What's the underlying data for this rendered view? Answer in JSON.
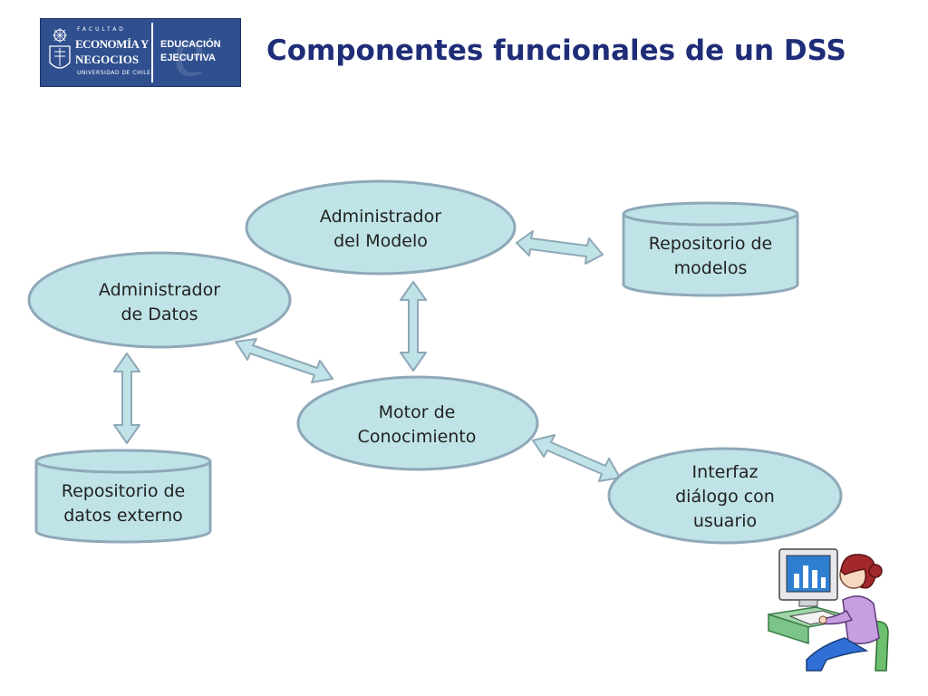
{
  "title": "Componentes funcionales de un DSS",
  "logo": {
    "facultad": "FACULTAD",
    "line1": "ECONOMÍA Y",
    "line2": "NEGOCIOS",
    "line3": "UNIVERSIDAD DE CHILE",
    "edu_line1": "EDUCACIÓN",
    "edu_line2": "EJECUTIVA"
  },
  "nodes": {
    "admin_modelo": "Administrador\ndel Modelo",
    "admin_datos": "Administrador\nde Datos",
    "repo_modelos": "Repositorio de\nmodelos",
    "motor": "Motor de\nConocimiento",
    "repo_datos": "Repositorio de\ndatos externo",
    "interfaz": "Interfaz\ndiálogo con\nusuario"
  },
  "colors": {
    "shape_fill": "#bfe3e6",
    "shape_stroke": "#8fa8b8",
    "arrow_fill": "#bfe3e6",
    "arrow_stroke": "#8fa8b8",
    "title": "#1f2d78",
    "logo_bg": "#2f4f8f"
  },
  "icons": {
    "person": "woman-at-computer-clipart",
    "crest": "university-crest"
  }
}
